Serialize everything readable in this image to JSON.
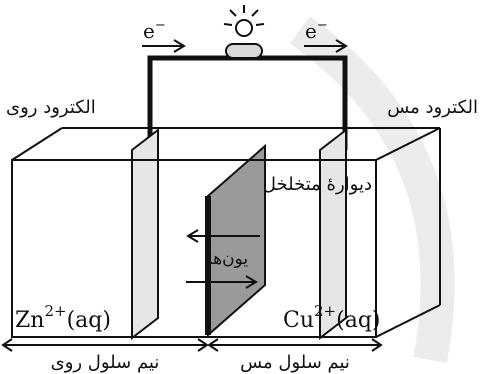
{
  "labels": {
    "electron_left": "e",
    "electron_left_sup": "−",
    "electron_right": "e",
    "electron_right_sup": "−",
    "zinc_electrode": "الکترود روی",
    "copper_electrode": "الکترود مس",
    "porous_wall": "دیوارهٔ متخلخل",
    "ions": "یون‌ها",
    "zinc_ion": "Zn",
    "zinc_ion_sup": "2+",
    "zinc_ion_state": "(aq)",
    "copper_ion": "Cu",
    "copper_ion_sup": "2+",
    "copper_ion_state": "(aq)",
    "zinc_half_cell": "نیم سلول روی",
    "copper_half_cell": "نیم سلول مس"
  },
  "colors": {
    "line": "#111111",
    "electrode_fill": "#e6e6e6",
    "wall_fill": "#9a9a9a",
    "watermark": "#ececec",
    "bulb_fill": "#d9d9d9"
  },
  "icons": {
    "bulb": "light-bulb-icon"
  }
}
